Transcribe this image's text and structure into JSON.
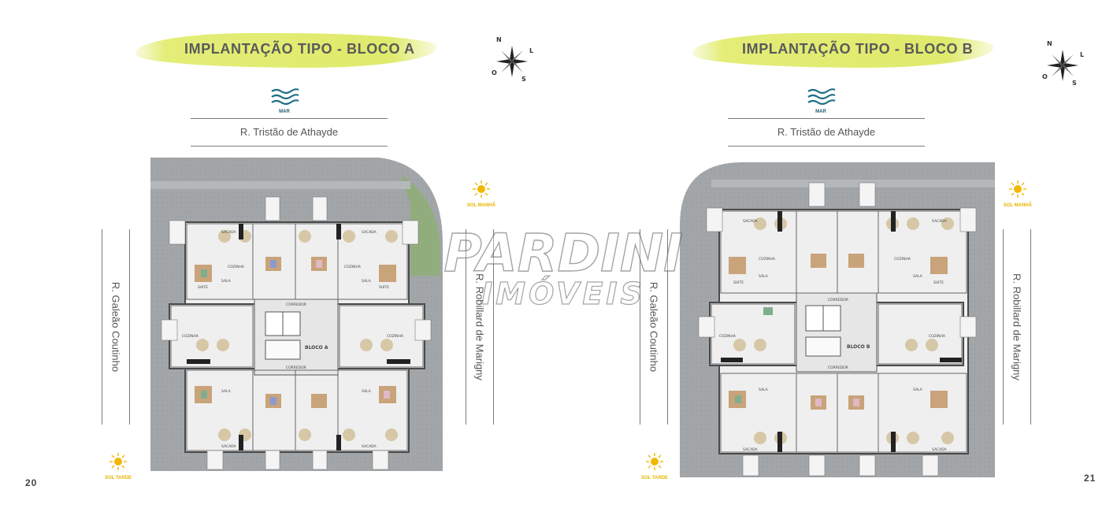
{
  "left_page": {
    "title": "IMPLANTAÇÃO TIPO - BLOCO A",
    "mar_label": "MAR",
    "street_top": "R. Tristão de Athayde",
    "street_left": "R. Galeão Coutinho",
    "street_right": "R. Robillard de Marigny",
    "sun_morning_label": "SOL MANHÃ",
    "sun_afternoon_label": "SOL TARDE",
    "page_number": "20",
    "block_label": "BLOCO A",
    "corridor_label": "CORREDOR",
    "compass_letters": {
      "n": "N",
      "l": "L",
      "s": "S",
      "o": "O"
    },
    "room_labels": {
      "sacada": "SACADA",
      "sala": "SALA",
      "suite": "SUITE",
      "cozinha": "COZINHA"
    }
  },
  "right_page": {
    "title": "IMPLANTAÇÃO TIPO - BLOCO B",
    "mar_label": "MAR",
    "street_top": "R. Tristão de Athayde",
    "street_left": "R. Galeão Coutinho",
    "street_right": "R. Robillard de Marigny",
    "sun_morning_label": "SOL MANHÃ",
    "sun_afternoon_label": "SOL TARDE",
    "page_number": "21",
    "block_label": "BLOCO B",
    "corridor_label": "CORREDOR",
    "compass_letters": {
      "n": "N",
      "l": "L",
      "s": "S",
      "o": "O"
    },
    "room_labels": {
      "sacada": "SACADA",
      "sala": "SALA",
      "suite": "SUITE",
      "cozinha": "COZINHA"
    }
  },
  "watermark": {
    "line1": "PARDINI",
    "line2": "IMÓVEIS"
  },
  "colors": {
    "brush": "#e2ec70",
    "sun": "#f2b705",
    "sea": "#1f6f86",
    "floor": "#e4e4e4",
    "ground": "#9a9d9f",
    "grass": "#8fae78"
  }
}
